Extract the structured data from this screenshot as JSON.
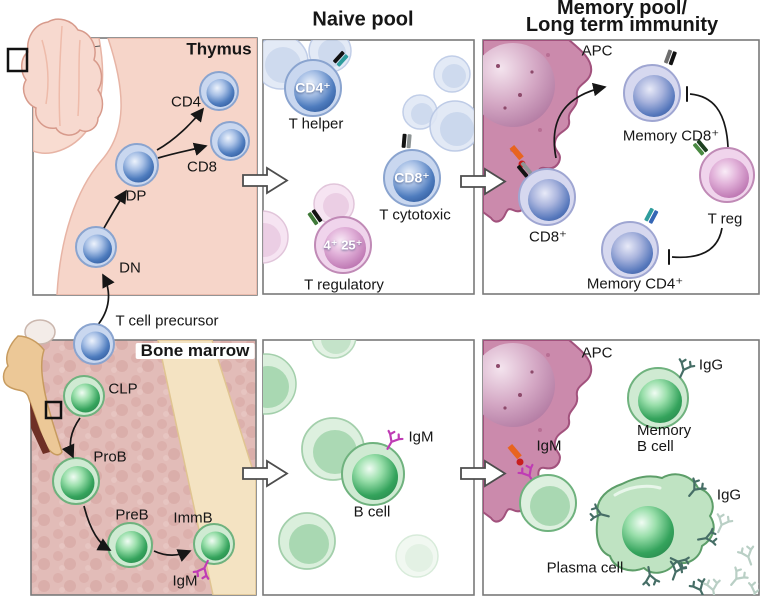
{
  "titles": {
    "naive": "Naive pool",
    "memory1": "Memory pool/",
    "memory2": "Long term immunity"
  },
  "thymus": {
    "panel": "Thymus",
    "cd4": "CD4",
    "cd8": "CD8",
    "dp": "DP",
    "dn": "DN"
  },
  "precursor": {
    "label": "T cell precursor"
  },
  "marrow": {
    "panel": "Bone marrow",
    "clp": "CLP",
    "prob": "ProB",
    "preb": "PreB",
    "immb": "ImmB",
    "igm": "IgM"
  },
  "naive_t": {
    "cd4": "CD4⁺",
    "helper": "T helper",
    "cd8": "CD8⁺",
    "cytotoxic": "T cytotoxic",
    "treg": "4⁺ 25⁺",
    "regulatory": "T regulatory"
  },
  "memory_t": {
    "apc": "APC",
    "mem_cd8": "Memory CD8⁺",
    "treg": "T reg",
    "cd8": "CD8⁺",
    "mem_cd4": "Memory CD4⁺"
  },
  "naive_b": {
    "igm": "IgM",
    "bcell": "B cell"
  },
  "memory_b": {
    "apc": "APC",
    "igg_top": "IgG",
    "mem_line1": "Memory",
    "mem_line2": "B cell",
    "igm": "IgM",
    "igg_plasma": "IgG",
    "plasma": "Plasma cell"
  },
  "colors": {
    "t_cell_blue": "#4a79bc",
    "memory_cell_lavender": "#8f9fd6",
    "b_cell_green": "#37a35d",
    "treg_pink": "#bd77b2",
    "apc_pink": "#cb8aac",
    "igm_magenta": "#bf3cb4",
    "igg_teal": "#466e66",
    "thymus_tissue": "#f6d5c9",
    "bone_marrow_bg": "#e2bcb8",
    "panel_border": "#7a7a7a"
  }
}
